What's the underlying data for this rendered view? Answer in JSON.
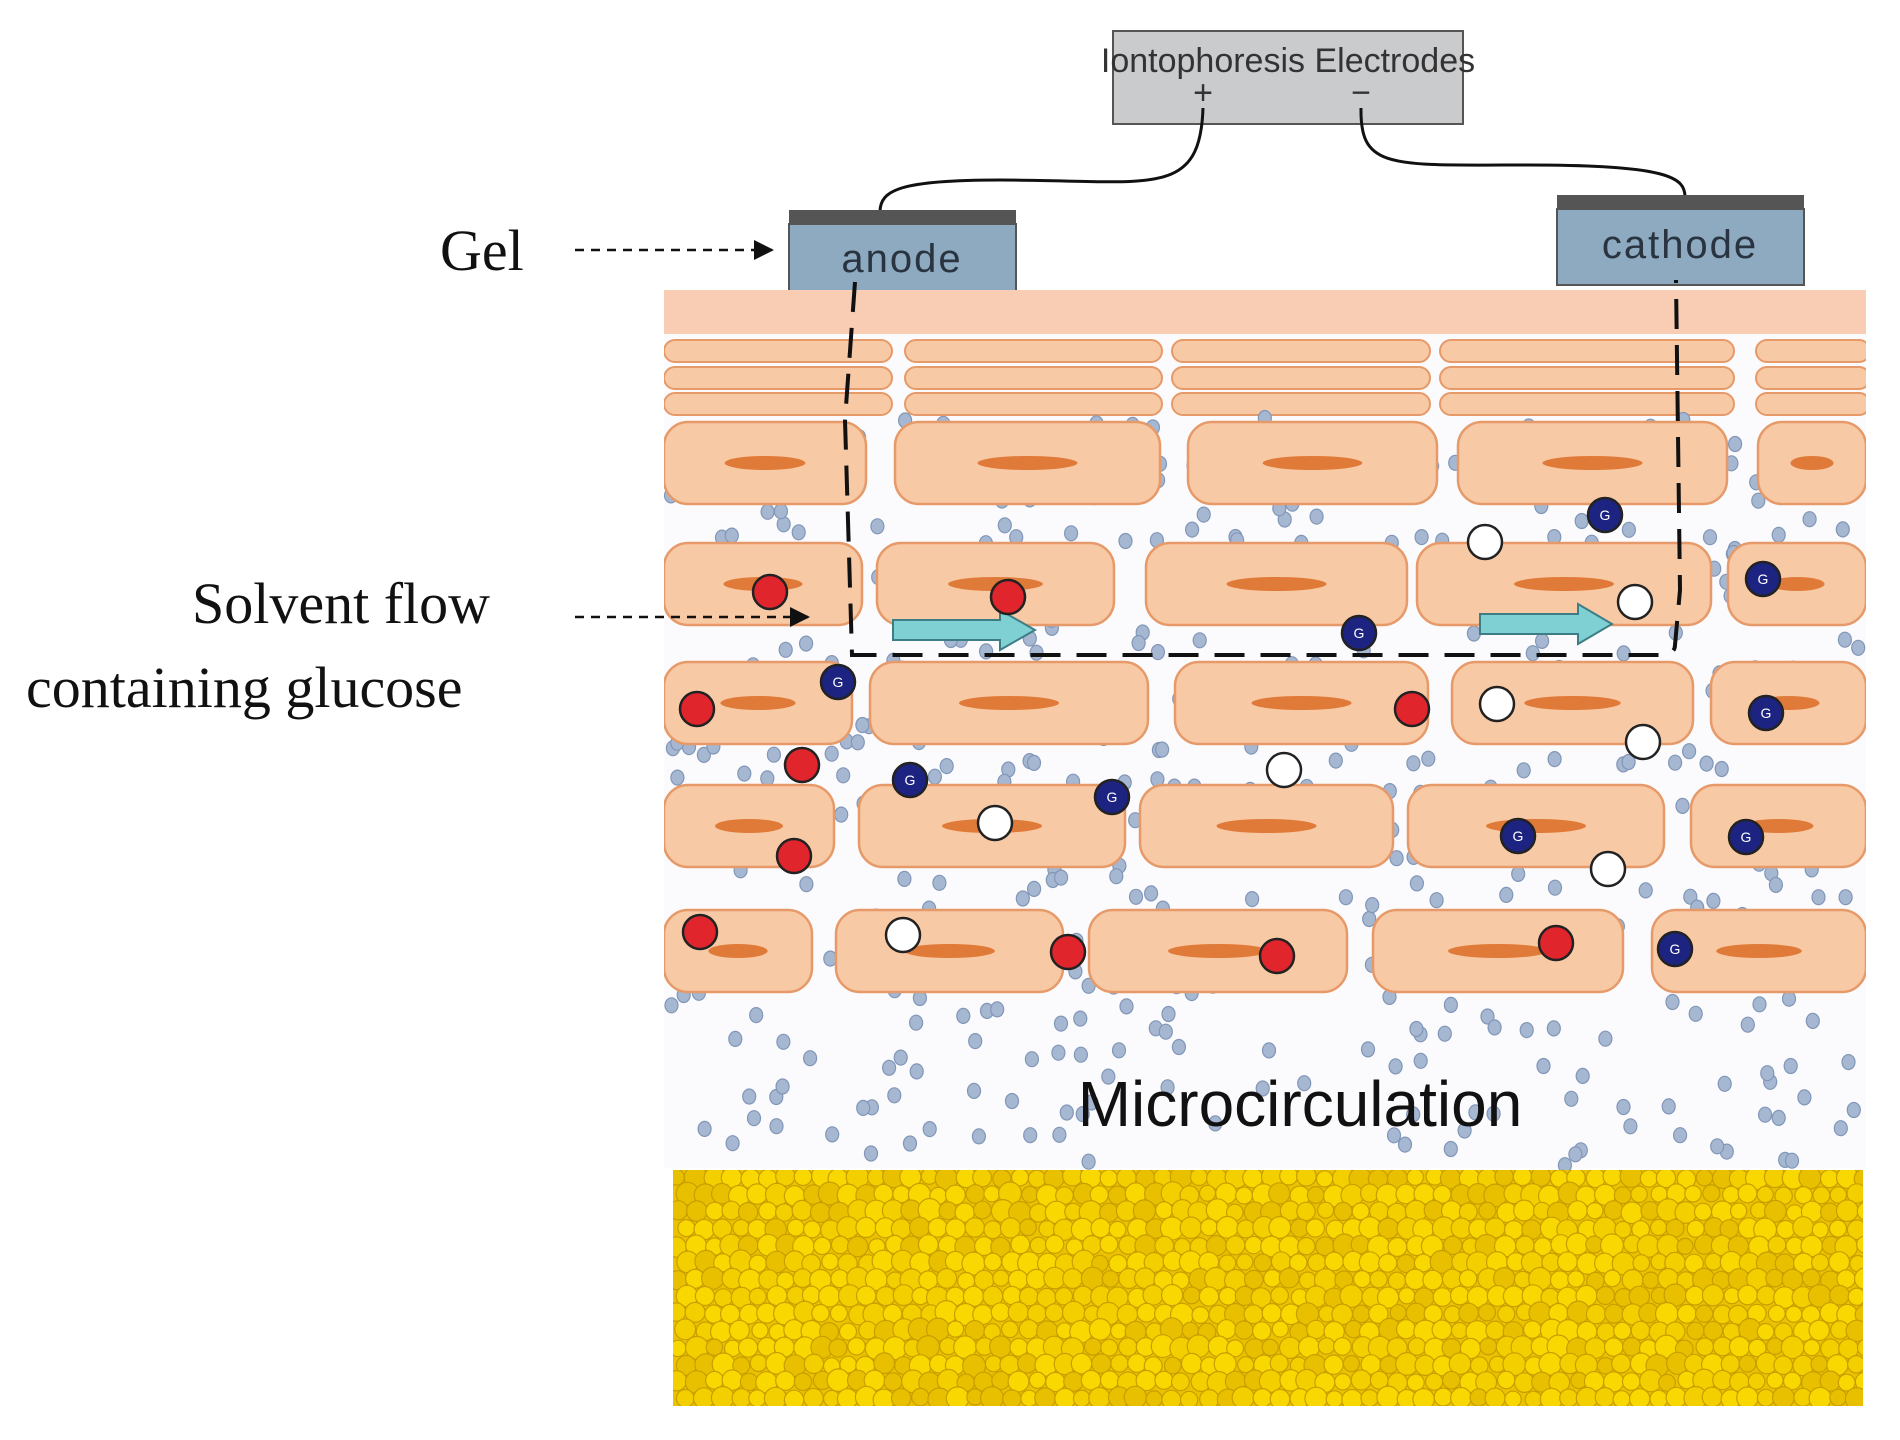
{
  "title": "Iontophoresis Electrodes",
  "electrodes": {
    "positive": "+",
    "negative": "−",
    "anode": "anode",
    "cathode": "cathode"
  },
  "labels": {
    "gel": "Gel",
    "solvent_line1": "Solvent flow",
    "solvent_line2": "containing glucose",
    "microcirculation": "Microcirculation"
  },
  "glucose_symbol": "G",
  "colors": {
    "skin_surface": "#f8cdb4",
    "cell_fill": "#f8c9a5",
    "cell_stroke": "#e69a69",
    "nucleus": "#e07a38",
    "interstitial_dot": "#a6b7d1",
    "red_ion": "#e0262c",
    "glucose": "#1d2380",
    "white_ion": "#ffffff",
    "fat_fill": "#f2cc00",
    "electrode_fill": "#8daac0",
    "device_fill": "#cacbcd",
    "arrow": "#7fd0d3"
  }
}
